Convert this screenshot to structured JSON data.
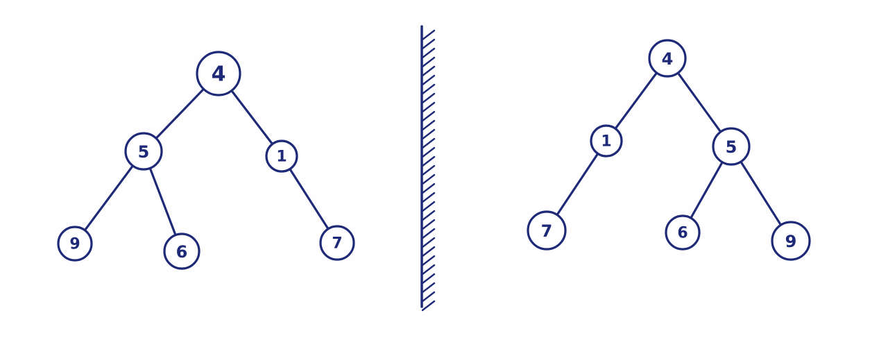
{
  "colors": {
    "ink": "#1e2a78",
    "paper": "#fefefe"
  },
  "original_tree": {
    "nodes": [
      {
        "id": "n4",
        "label": "4"
      },
      {
        "id": "n5",
        "label": "5"
      },
      {
        "id": "n1",
        "label": "1"
      },
      {
        "id": "n9",
        "label": "9"
      },
      {
        "id": "n6",
        "label": "6"
      },
      {
        "id": "n7",
        "label": "7"
      }
    ],
    "edges": [
      {
        "from": "n4",
        "to": "n5"
      },
      {
        "from": "n4",
        "to": "n1"
      },
      {
        "from": "n5",
        "to": "n9"
      },
      {
        "from": "n5",
        "to": "n6"
      },
      {
        "from": "n1",
        "to": "n7"
      }
    ]
  },
  "mirror_tree": {
    "nodes": [
      {
        "id": "m4",
        "label": "4"
      },
      {
        "id": "m1",
        "label": "1"
      },
      {
        "id": "m5",
        "label": "5"
      },
      {
        "id": "m7",
        "label": "7"
      },
      {
        "id": "m6",
        "label": "6"
      },
      {
        "id": "m9",
        "label": "9"
      }
    ],
    "edges": [
      {
        "from": "m4",
        "to": "m1"
      },
      {
        "from": "m4",
        "to": "m5"
      },
      {
        "from": "m1",
        "to": "m7"
      },
      {
        "from": "m5",
        "to": "m6"
      },
      {
        "from": "m5",
        "to": "m9"
      }
    ]
  }
}
